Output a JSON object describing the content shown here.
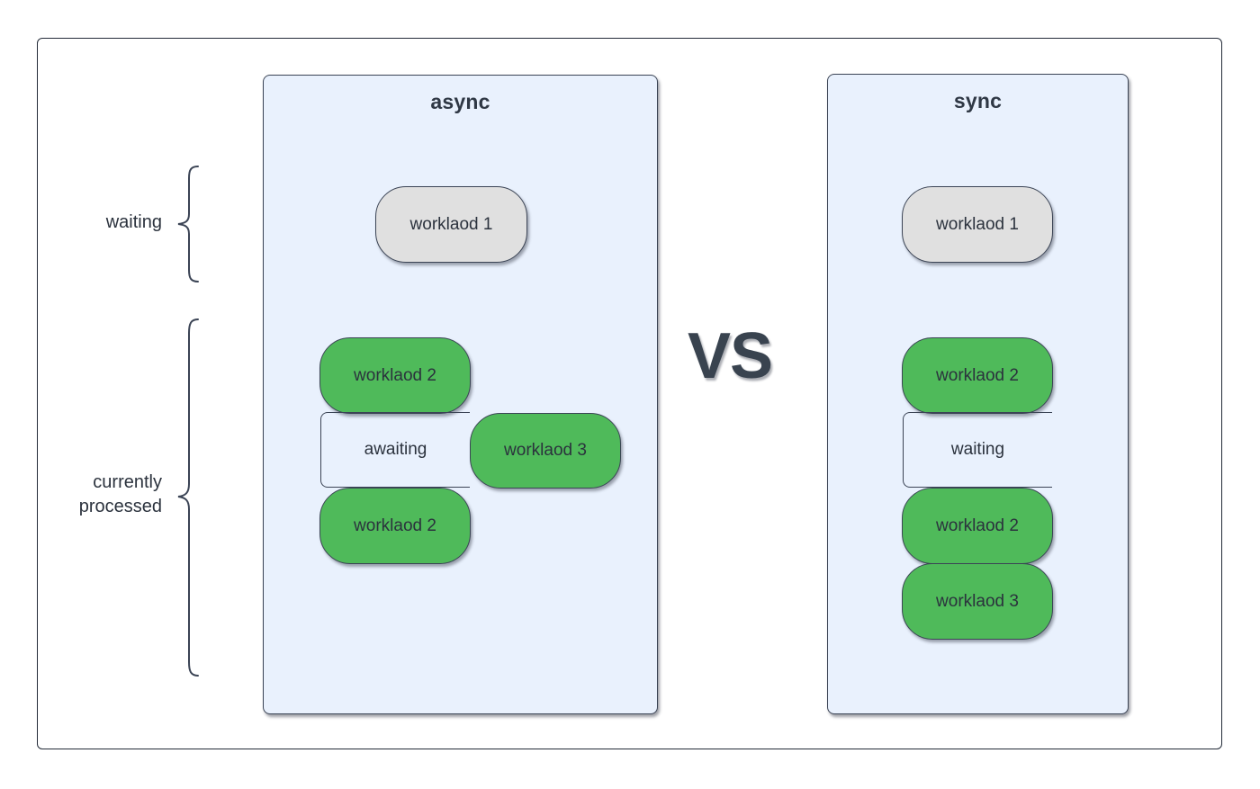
{
  "diagram": {
    "title_vs": "VS",
    "side_labels": [
      {
        "id": "waiting",
        "text": "waiting"
      },
      {
        "id": "currently-processed",
        "text": "currently\nprocessed"
      }
    ],
    "panels": [
      {
        "id": "async",
        "title": "async",
        "background_color": "#e9f1fd",
        "border_color": "#3b4455",
        "nodes": [
          {
            "id": "async-workload-1",
            "label": "worklaod 1",
            "state": "waiting",
            "color": "#e0e0e0"
          },
          {
            "id": "async-workload-2a",
            "label": "worklaod 2",
            "state": "processing",
            "color": "#4fba5a"
          },
          {
            "id": "async-workload-3",
            "label": "worklaod 3",
            "state": "processing",
            "color": "#4fba5a"
          },
          {
            "id": "async-workload-2b",
            "label": "worklaod 2",
            "state": "processing",
            "color": "#4fba5a"
          }
        ],
        "gap_label": "awaiting"
      },
      {
        "id": "sync",
        "title": "sync",
        "background_color": "#e9f1fd",
        "border_color": "#3b4455",
        "nodes": [
          {
            "id": "sync-workload-1",
            "label": "worklaod 1",
            "state": "waiting",
            "color": "#e0e0e0"
          },
          {
            "id": "sync-workload-2a",
            "label": "worklaod 2",
            "state": "processing",
            "color": "#4fba5a"
          },
          {
            "id": "sync-workload-2b",
            "label": "worklaod 2",
            "state": "processing",
            "color": "#4fba5a"
          },
          {
            "id": "sync-workload-3",
            "label": "worklaod 3",
            "state": "processing",
            "color": "#4fba5a"
          }
        ],
        "gap_label": "waiting"
      }
    ],
    "colors": {
      "frame_border": "#232b38",
      "panel_fill": "#e9f1fd",
      "node_border": "#3b4455",
      "green": "#4fba5a",
      "gray": "#e0e0e0",
      "text": "#2b323d",
      "vs_text": "#39434f"
    }
  }
}
